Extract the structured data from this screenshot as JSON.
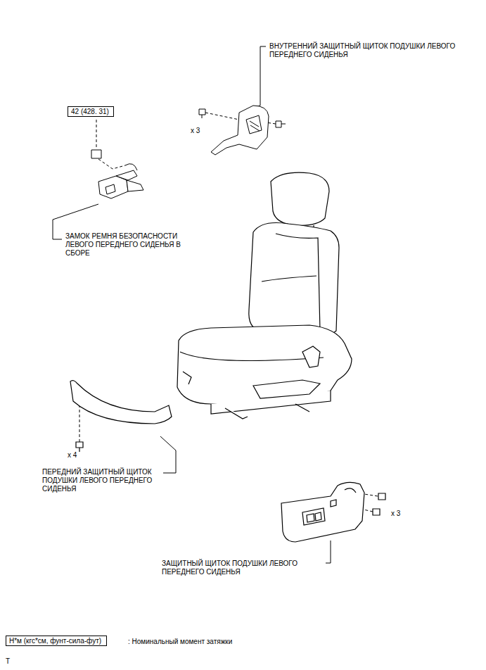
{
  "diagram": {
    "nodes": [
      {
        "text": [
          "42 (428. 31)"
        ]
      },
      {
        "text": [
          "Н*м (кгс*см, фунт-сила-фут)"
        ]
      }
    ],
    "labels": [
      "ВНУТРЕННИЙ ЗАЩИТНЫЙ ЩИТОК ПОДУШКИ ЛЕВОГО ПЕРЕДНЕГО СИДЕНЬЯ",
      "x 3",
      "ЗАМОК РЕМНЯ БЕЗОПАСНОСТИ ЛЕВОГО ПЕРЕДНЕГО СИДЕНЬЯ В СБОРЕ",
      "x 4",
      "ПЕРЕДНИЙ ЗАЩИТНЫЙ ЩИТОК ПОДУШКИ ЛЕВОГО ПЕРЕДНЕГО СИДЕНЬЯ",
      "x 3",
      "ЗАЩИТНЫЙ ЩИТОК ПОДУШКИ ЛЕВОГО ПЕРЕДНЕГО СИДЕНЬЯ",
      ": Номинальный момент затяжки",
      "T"
    ]
  }
}
